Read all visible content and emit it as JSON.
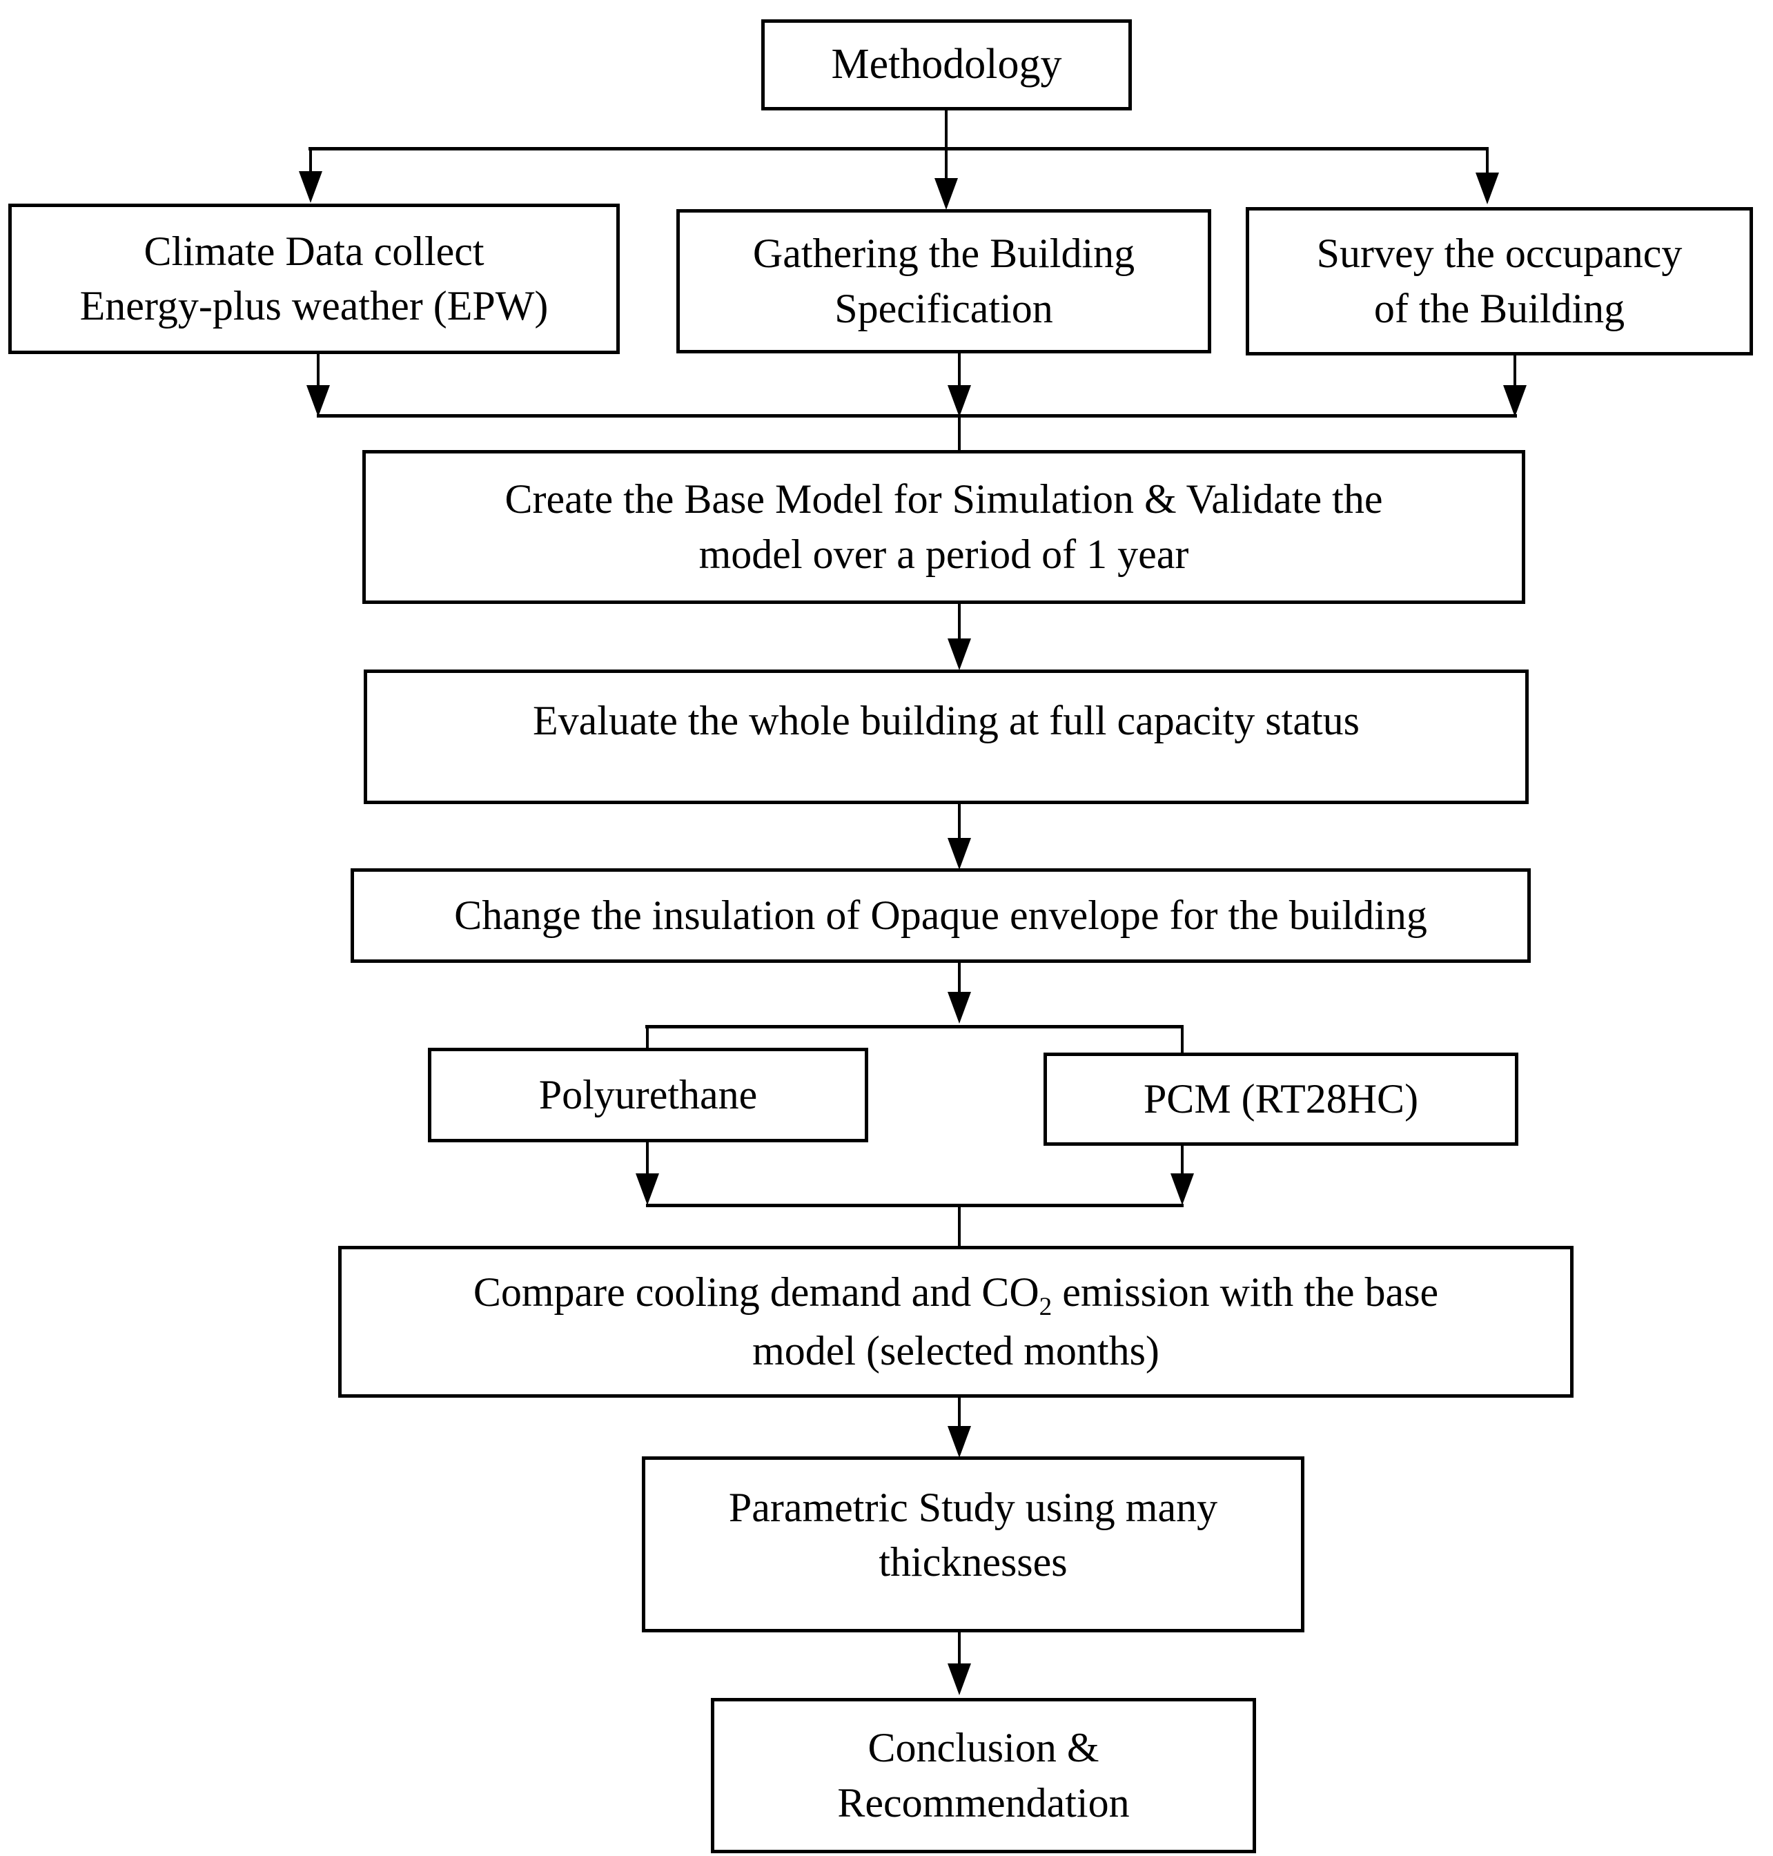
{
  "diagram": {
    "title": "Methodology flowchart",
    "colors": {
      "line": "#000000",
      "box_fill": "#ffffff",
      "text": "#000000"
    },
    "nodes": {
      "methodology": {
        "label": "Methodology"
      },
      "climate_data": {
        "line1": "Climate Data collect",
        "line2": "Energy-plus weather (EPW)"
      },
      "gathering_spec": {
        "line1": "Gathering the Building",
        "line2": "Specification"
      },
      "survey_occupancy": {
        "line1": "Survey the occupancy",
        "line2": "of the Building"
      },
      "create_base_model": {
        "line1": "Create the Base Model for Simulation & Validate the",
        "line2": "model over a period of 1 year"
      },
      "evaluate_building": {
        "label": "Evaluate the whole building at full capacity status"
      },
      "change_insulation": {
        "label": "Change the insulation of Opaque envelope for the building"
      },
      "polyurethane": {
        "label": "Polyurethane"
      },
      "pcm": {
        "label": "PCM (RT28HC)"
      },
      "compare_pre": {
        "text": "Compare cooling demand and CO"
      },
      "compare_sub": {
        "text": "2"
      },
      "compare_post": {
        "text": " emission with the base"
      },
      "compare_line2": {
        "text": "model (selected months)"
      },
      "parametric_study": {
        "line1": "Parametric Study using many",
        "line2": "thicknesses"
      },
      "conclusion": {
        "line1": "Conclusion &",
        "line2": "Recommendation"
      }
    },
    "edges": [
      {
        "from": "methodology",
        "to": "climate_data"
      },
      {
        "from": "methodology",
        "to": "gathering_spec"
      },
      {
        "from": "methodology",
        "to": "survey_occupancy"
      },
      {
        "from": "climate_data",
        "to": "create_base_model"
      },
      {
        "from": "gathering_spec",
        "to": "create_base_model"
      },
      {
        "from": "survey_occupancy",
        "to": "create_base_model"
      },
      {
        "from": "create_base_model",
        "to": "evaluate_building"
      },
      {
        "from": "evaluate_building",
        "to": "change_insulation"
      },
      {
        "from": "change_insulation",
        "to": "polyurethane"
      },
      {
        "from": "change_insulation",
        "to": "pcm"
      },
      {
        "from": "polyurethane",
        "to": "compare"
      },
      {
        "from": "pcm",
        "to": "compare"
      },
      {
        "from": "compare",
        "to": "parametric_study"
      },
      {
        "from": "parametric_study",
        "to": "conclusion"
      }
    ]
  }
}
